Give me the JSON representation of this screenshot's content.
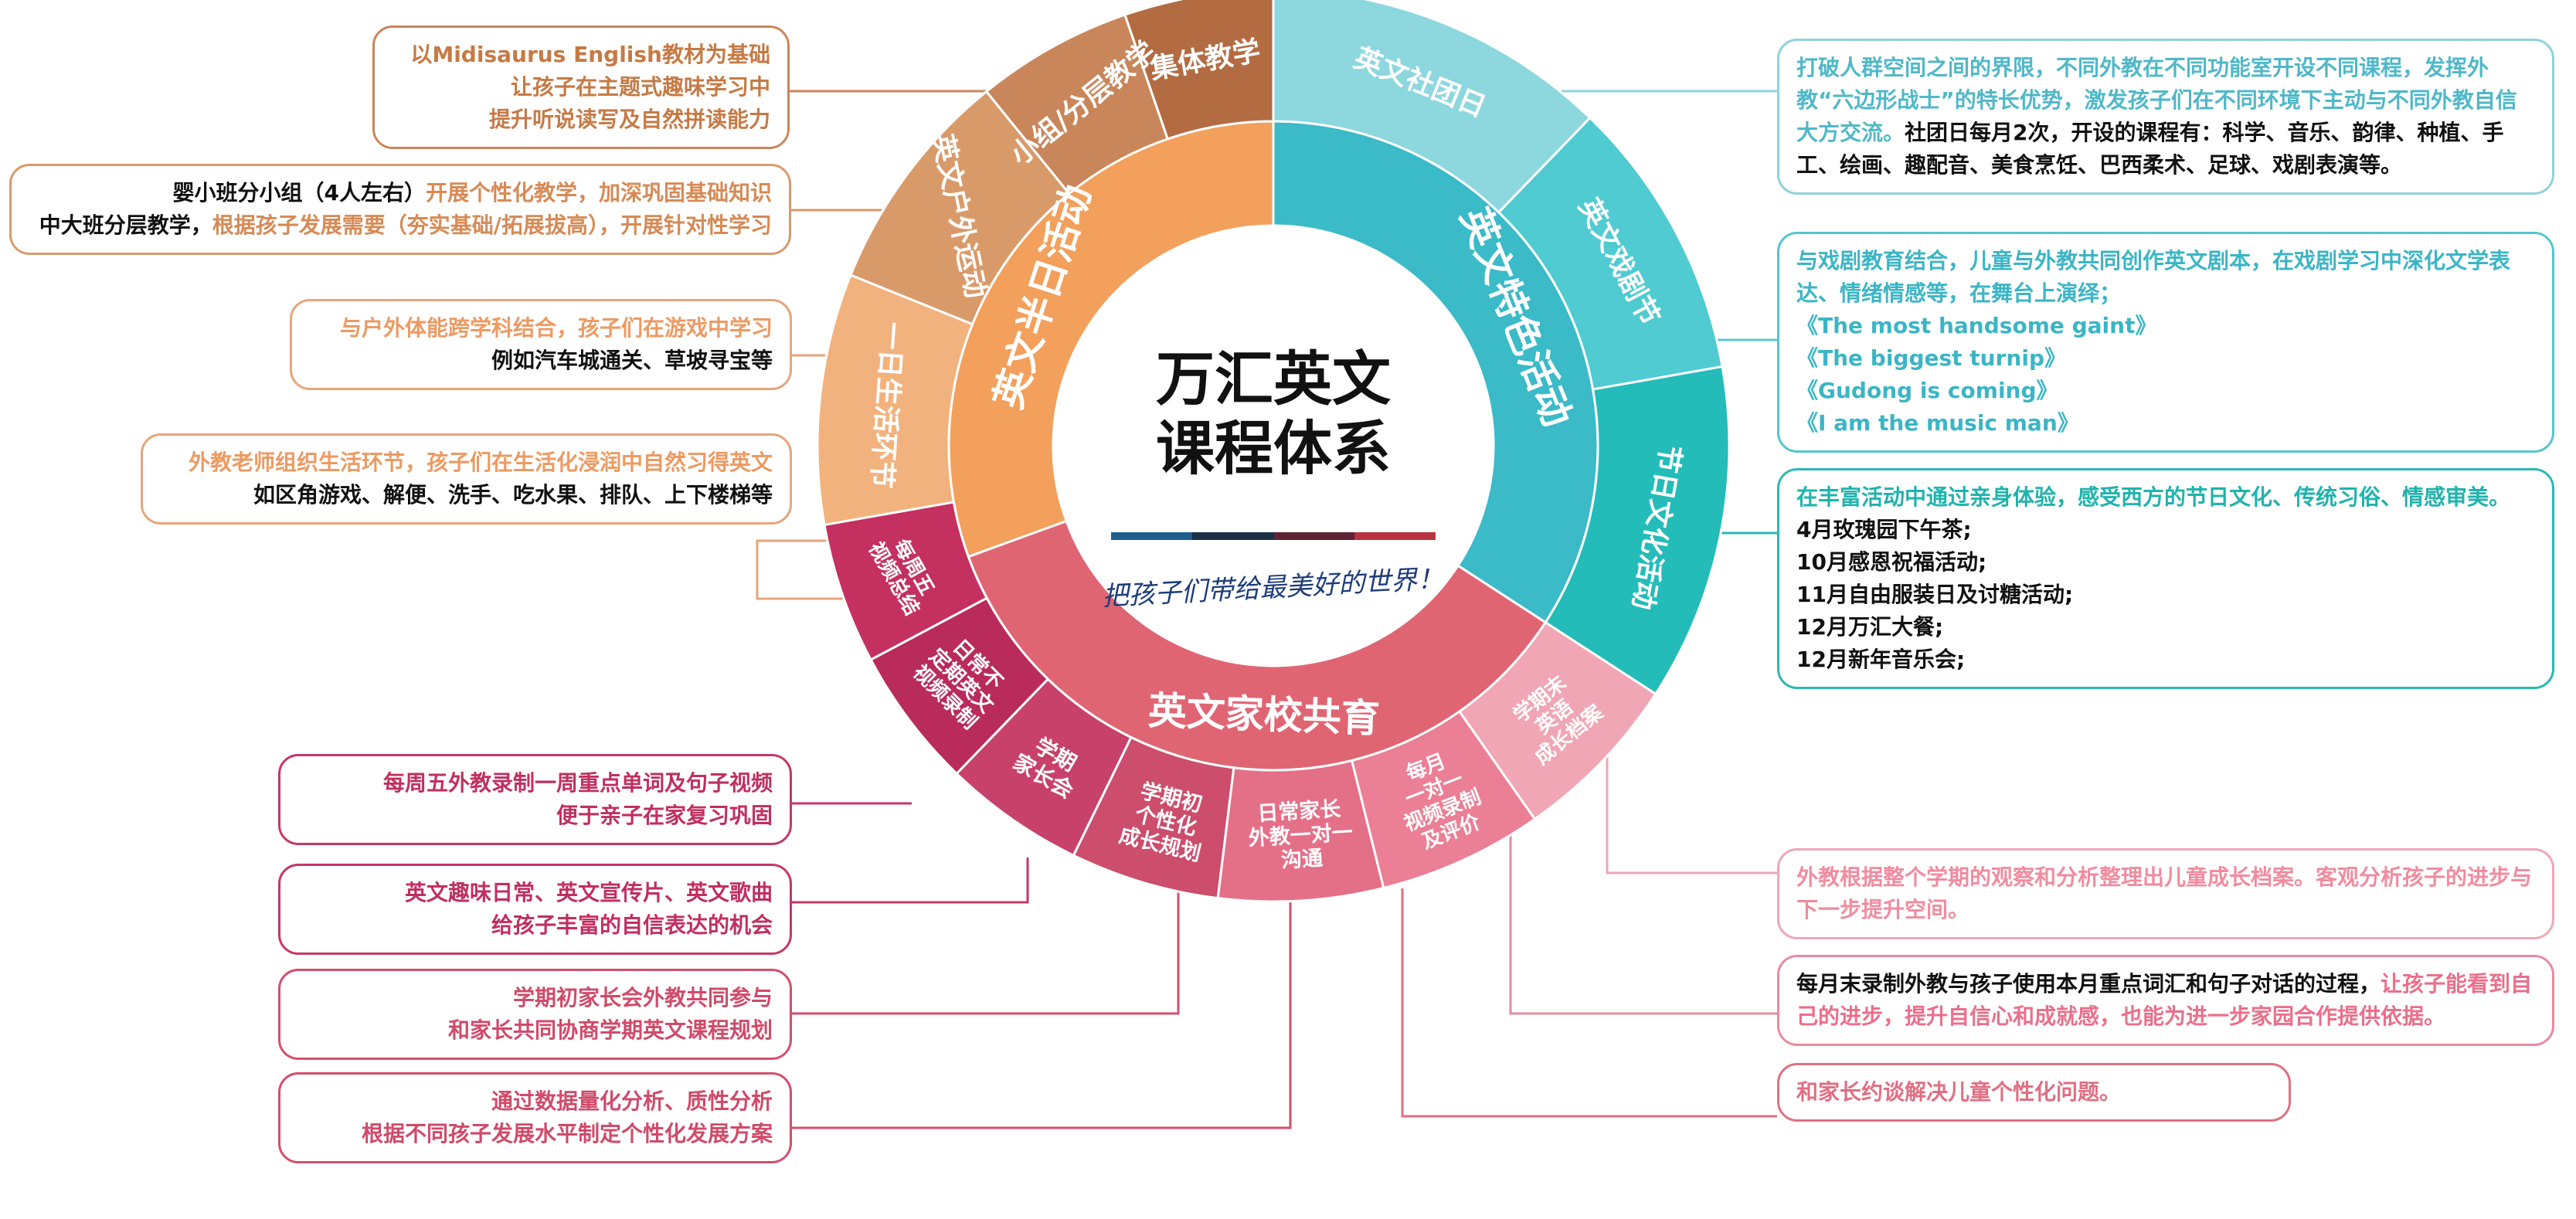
{
  "center": {
    "title_line1": "万汇英文",
    "title_line2": "课程体系",
    "signature": "把孩子们带给最美好的世界！",
    "bar_colors": [
      "#1e5d8f",
      "#1d3145",
      "#5e2332",
      "#b8323f"
    ]
  },
  "colors": {
    "orange": "#f2a05c",
    "teal": "#3bbac8",
    "pink": "#e06573",
    "brown": "#b36b42",
    "teal_light": "#8dd7df",
    "pink_dark": "#c0305e"
  },
  "inner": {
    "daily": "英文半日活动",
    "special": "英文特色活动",
    "home_school": "英文家校共育"
  },
  "outer": {
    "group": "集体教学",
    "small_group": "小组/分层教学",
    "outdoor": "英文户外运动",
    "life": "一日生活环节",
    "club": "英文社团日",
    "drama": "英文戏剧节",
    "festival": "节日文化活动",
    "weekly_video": [
      "每周五",
      "视频总结"
    ],
    "daily_video": [
      "日常不",
      "定期英文",
      "视频录制"
    ],
    "parent_meeting": [
      "学期",
      "家长会"
    ],
    "growth_plan": [
      "学期初",
      "个性化",
      "成长规划"
    ],
    "one_on_one": [
      "日常家长",
      "外教一对一",
      "沟通"
    ],
    "monthly_video": [
      "每月",
      "一对一",
      "视频录制",
      "及评价"
    ],
    "term_archive": [
      "学期末",
      "英语",
      "成长档案"
    ]
  },
  "boxes": {
    "group": {
      "l1": "以Midisaurus English教材为基础",
      "l2": "让孩子在主题式趣味学习中",
      "l3": "提升听说读写及自然拼读能力"
    },
    "small": {
      "l1a": "婴小班分小组（4人左右）",
      "l1b": "开展个性化教学，加深巩固基础知识",
      "l2a": "中大班分层教学，",
      "l2b": "根据孩子发展需要（夯实基础/拓展拔高），开展针对性学习"
    },
    "outdoor": {
      "l1": "与户外体能跨学科结合，孩子们在游戏中学习",
      "l2": "例如汽车城通关、草坡寻宝等"
    },
    "life": {
      "l1": "外教老师组织生活环节，孩子们在生活化浸润中自然习得英文",
      "l2": "如区角游戏、解便、洗手、吃水果、排队、上下楼梯等"
    },
    "club": {
      "p1": "打破人群空间之间的界限，不同外教在不同功能室开设不同课程，发挥外教“六边形战士”的特长优势，激发孩子们在不同环境下主动与不同外教自信大方交流。",
      "p2": "社团日每月2次，开设的课程有：科学、音乐、韵律、种植、手工、绘画、趣配音、美食烹饪、巴西柔术、足球、戏剧表演等。"
    },
    "drama": {
      "p1": "与戏剧教育结合，儿童与外教共同创作英文剧本，在戏剧学习中深化文学表达、情绪情感等，在舞台上演绎；",
      "plays": [
        "《The most handsome gaint》",
        "《The biggest turnip》",
        "《Gudong is coming》",
        "《I am the music man》"
      ]
    },
    "festival": {
      "p1": "在丰富活动中通过亲身体验，感受西方的节日文化、传统习俗、情感审美。",
      "items": [
        "4月玫瑰园下午茶;",
        "10月感恩祝福活动;",
        "11月自由服装日及讨糖活动;",
        "12月万汇大餐;",
        "12月新年音乐会;"
      ]
    },
    "weekly": {
      "l1": "每周五外教录制一周重点单词及句子视频",
      "l2": "便于亲子在家复习巩固"
    },
    "daily_video": {
      "l1": "英文趣味日常、英文宣传片、英文歌曲",
      "l2": "给孩子丰富的自信表达的机会"
    },
    "meeting": {
      "l1": "学期初家长会外教共同参与",
      "l2": "和家长共同协商学期英文课程规划"
    },
    "plan": {
      "l1": "通过数据量化分析、质性分析",
      "l2": "根据不同孩子发展水平制定个性化发展方案"
    },
    "archive": {
      "p1": "外教根据整个学期的观察和分析整理出儿童成长档案。客观分析孩子的进步与下一步提升空间。"
    },
    "monthly": {
      "a": "每月末录制外教与孩子使用本月重点词汇和句子对话的过程，",
      "b": "让孩子能看到自己的进步，提升自信心和成就感，也能为进一步家园合作提供依据。"
    },
    "talk": {
      "p1": "和家长约谈解决儿童个性化问题。"
    }
  }
}
